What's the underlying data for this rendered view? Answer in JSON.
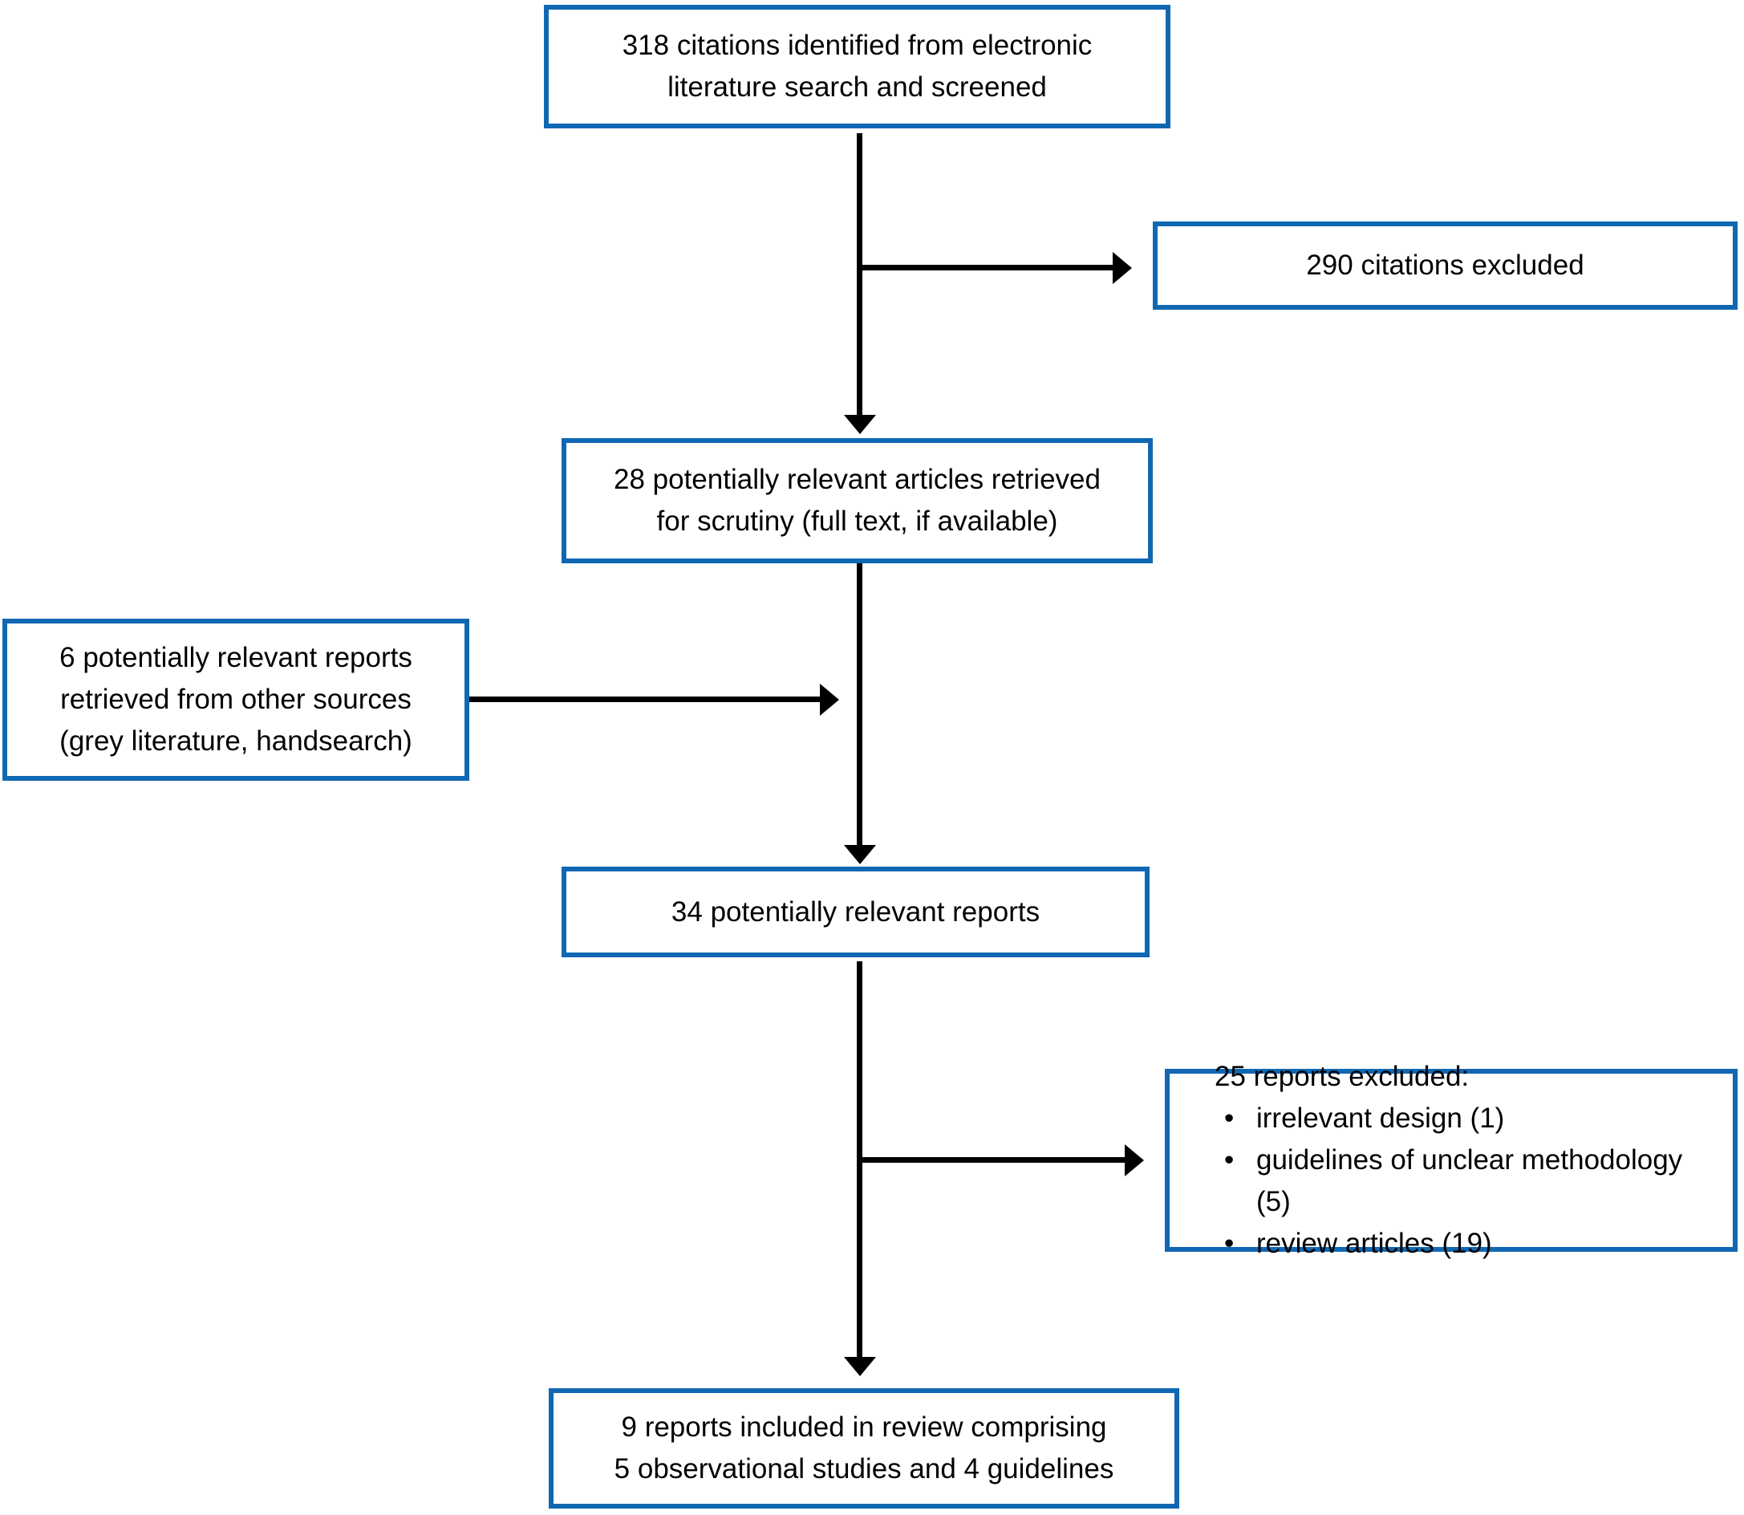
{
  "figure": {
    "colors": {
      "box_border": "#1068b3",
      "arrow": "#000000",
      "text": "#000000",
      "background": "#ffffff"
    },
    "bullet_char": "•",
    "boxes": {
      "identified": {
        "lines": [
          "318 citations identified from electronic",
          "literature search and screened"
        ]
      },
      "citations_excluded": {
        "lines": [
          "290 citations excluded"
        ]
      },
      "retrieved": {
        "lines": [
          "28 potentially relevant articles retrieved",
          "for scrutiny (full text, if available)"
        ]
      },
      "other_sources": {
        "lines": [
          "6 potentially relevant reports",
          "retrieved from other sources",
          "(grey literature, handsearch)"
        ]
      },
      "combined": {
        "lines": [
          "34 potentially relevant reports"
        ]
      },
      "reports_excluded": {
        "title": "25 reports excluded:",
        "bullets": [
          "irrelevant design (1)",
          "guidelines of unclear methodology (5)",
          "review articles (19)"
        ]
      },
      "included": {
        "lines": [
          "9 reports included in review comprising",
          "5 observational studies and 4 guidelines"
        ]
      }
    }
  }
}
